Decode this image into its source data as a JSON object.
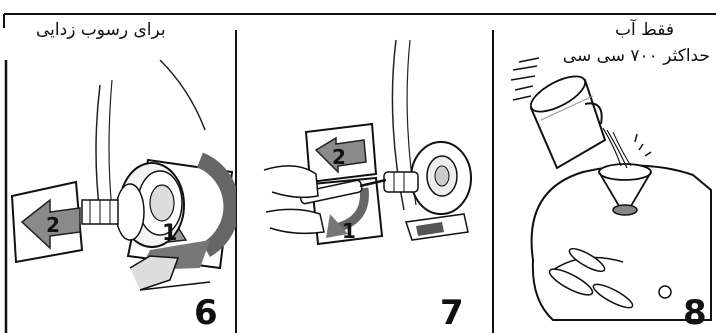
{
  "panels": [
    {
      "step": "6",
      "caption": "برای رسوب زدایی",
      "arrow_labels": [
        "2",
        "1"
      ]
    },
    {
      "step": "7",
      "caption": "",
      "arrow_labels": [
        "2",
        "1"
      ]
    },
    {
      "step": "8",
      "caption_lines": [
        "فقط آب",
        "حداکثر ۷۰۰ سی سی"
      ]
    }
  ]
}
